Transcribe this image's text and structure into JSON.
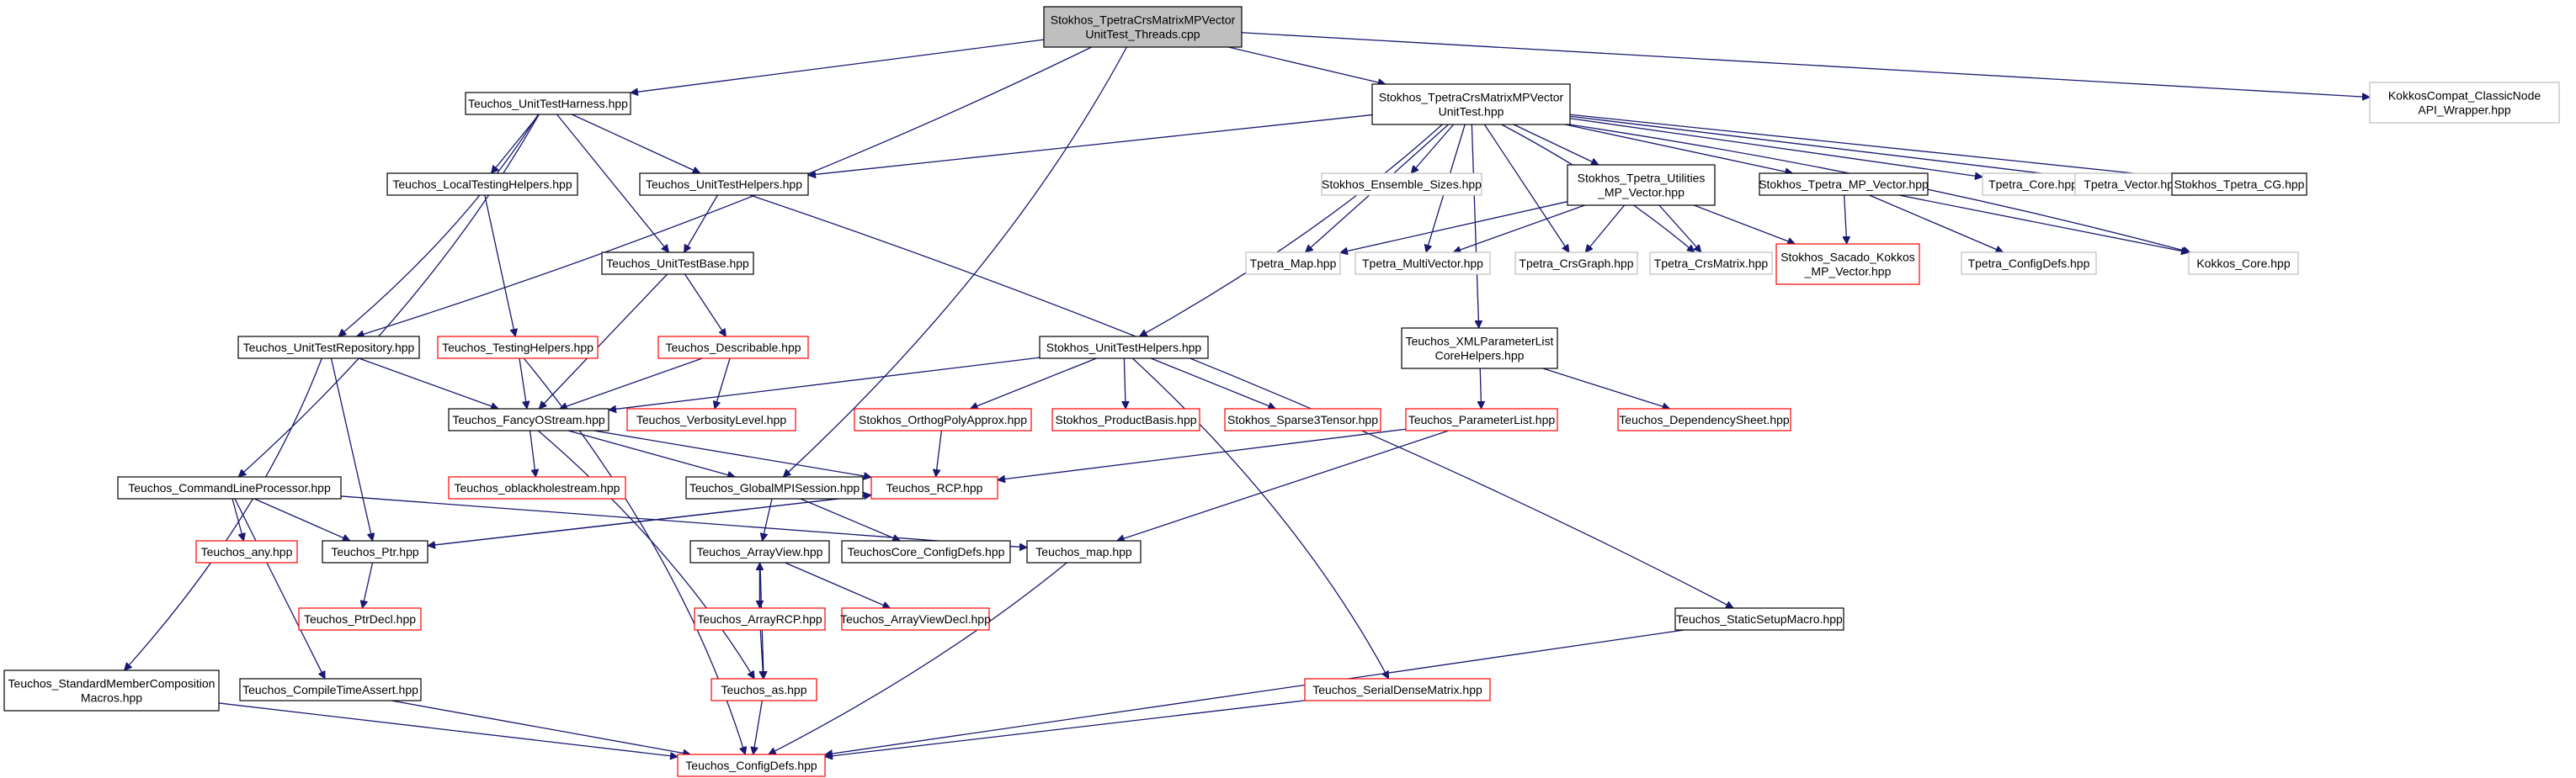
{
  "colors": {
    "edge": "#191970",
    "root_fill": "#bfbfbf",
    "black_border": "#000000",
    "red_border": "#ff0000",
    "grey_border": "#bfbfbf"
  },
  "nodes": [
    {
      "id": "root",
      "lines": [
        "Stokhos_TpetraCrsMatrixMPVector",
        "UnitTest_Threads.cpp"
      ],
      "style": "root"
    },
    {
      "id": "kokkoscompat",
      "lines": [
        "KokkosCompat_ClassicNode",
        "API_Wrapper.hpp"
      ],
      "style": "grey"
    },
    {
      "id": "unitharness",
      "lines": [
        "Teuchos_UnitTestHarness.hpp"
      ],
      "style": "black"
    },
    {
      "id": "stokhosunittest",
      "lines": [
        "Stokhos_TpetraCrsMatrixMPVector",
        "UnitTest.hpp"
      ],
      "style": "black"
    },
    {
      "id": "localtesting",
      "lines": [
        "Teuchos_LocalTestingHelpers.hpp"
      ],
      "style": "black"
    },
    {
      "id": "unithelpers",
      "lines": [
        "Teuchos_UnitTestHelpers.hpp"
      ],
      "style": "black"
    },
    {
      "id": "ensemblesizes",
      "lines": [
        "Stokhos_Ensemble_Sizes.hpp"
      ],
      "style": "grey"
    },
    {
      "id": "tpetrautil",
      "lines": [
        "Stokhos_Tpetra_Utilities",
        "_MP_Vector.hpp"
      ],
      "style": "black"
    },
    {
      "id": "tpetramp",
      "lines": [
        "Stokhos_Tpetra_MP_Vector.hpp"
      ],
      "style": "black"
    },
    {
      "id": "tpetracore",
      "lines": [
        "Tpetra_Core.hpp"
      ],
      "style": "grey"
    },
    {
      "id": "tpetravector",
      "lines": [
        "Tpetra_Vector.hpp"
      ],
      "style": "grey"
    },
    {
      "id": "tpetracg",
      "lines": [
        "Stokhos_Tpetra_CG.hpp"
      ],
      "style": "black"
    },
    {
      "id": "unittestbase",
      "lines": [
        "Teuchos_UnitTestBase.hpp"
      ],
      "style": "black"
    },
    {
      "id": "tpetramap",
      "lines": [
        "Tpetra_Map.hpp"
      ],
      "style": "grey"
    },
    {
      "id": "tpetramv",
      "lines": [
        "Tpetra_MultiVector.hpp"
      ],
      "style": "grey"
    },
    {
      "id": "tpetracrsgraph",
      "lines": [
        "Tpetra_CrsGraph.hpp"
      ],
      "style": "grey"
    },
    {
      "id": "tpetracrsmatrix",
      "lines": [
        "Tpetra_CrsMatrix.hpp"
      ],
      "style": "grey"
    },
    {
      "id": "sacado",
      "lines": [
        "Stokhos_Sacado_Kokkos",
        "_MP_Vector.hpp"
      ],
      "style": "red"
    },
    {
      "id": "tpetraconfig",
      "lines": [
        "Tpetra_ConfigDefs.hpp"
      ],
      "style": "grey"
    },
    {
      "id": "kokkoscore",
      "lines": [
        "Kokkos_Core.hpp"
      ],
      "style": "grey"
    },
    {
      "id": "unitrepo",
      "lines": [
        "Teuchos_UnitTestRepository.hpp"
      ],
      "style": "black"
    },
    {
      "id": "testinghelpers",
      "lines": [
        "Teuchos_TestingHelpers.hpp"
      ],
      "style": "red"
    },
    {
      "id": "describable",
      "lines": [
        "Teuchos_Describable.hpp"
      ],
      "style": "red"
    },
    {
      "id": "stokhosunithelpers",
      "lines": [
        "Stokhos_UnitTestHelpers.hpp"
      ],
      "style": "black"
    },
    {
      "id": "xmlparam",
      "lines": [
        "Teuchos_XMLParameterList",
        "CoreHelpers.hpp"
      ],
      "style": "black"
    },
    {
      "id": "fancyostream",
      "lines": [
        "Teuchos_FancyOStream.hpp"
      ],
      "style": "black"
    },
    {
      "id": "verbosity",
      "lines": [
        "Teuchos_VerbosityLevel.hpp"
      ],
      "style": "red"
    },
    {
      "id": "orthopoly",
      "lines": [
        "Stokhos_OrthogPolyApprox.hpp"
      ],
      "style": "red"
    },
    {
      "id": "productbasis",
      "lines": [
        "Stokhos_ProductBasis.hpp"
      ],
      "style": "red"
    },
    {
      "id": "sparse3",
      "lines": [
        "Stokhos_Sparse3Tensor.hpp"
      ],
      "style": "red"
    },
    {
      "id": "paramlist",
      "lines": [
        "Teuchos_ParameterList.hpp"
      ],
      "style": "red"
    },
    {
      "id": "depsheet",
      "lines": [
        "Teuchos_DependencySheet.hpp"
      ],
      "style": "red"
    },
    {
      "id": "cmdline",
      "lines": [
        "Teuchos_CommandLineProcessor.hpp"
      ],
      "style": "black"
    },
    {
      "id": "oblackhole",
      "lines": [
        "Teuchos_oblackholestream.hpp"
      ],
      "style": "red"
    },
    {
      "id": "globalmpi",
      "lines": [
        "Teuchos_GlobalMPISession.hpp"
      ],
      "style": "black"
    },
    {
      "id": "rcp",
      "lines": [
        "Teuchos_RCP.hpp"
      ],
      "style": "red"
    },
    {
      "id": "any",
      "lines": [
        "Teuchos_any.hpp"
      ],
      "style": "red"
    },
    {
      "id": "ptr",
      "lines": [
        "Teuchos_Ptr.hpp"
      ],
      "style": "black"
    },
    {
      "id": "coreconfig",
      "lines": [
        "TeuchosCore_ConfigDefs.hpp"
      ],
      "style": "black"
    },
    {
      "id": "map",
      "lines": [
        "Teuchos_map.hpp"
      ],
      "style": "black"
    },
    {
      "id": "arrayview",
      "lines": [
        "Teuchos_ArrayView.hpp"
      ],
      "style": "black"
    },
    {
      "id": "ptrdecl",
      "lines": [
        "Teuchos_PtrDecl.hpp"
      ],
      "style": "red"
    },
    {
      "id": "arrayrcp",
      "lines": [
        "Teuchos_ArrayRCP.hpp"
      ],
      "style": "red"
    },
    {
      "id": "arrayviewdecl",
      "lines": [
        "Teuchos_ArrayViewDecl.hpp"
      ],
      "style": "red"
    },
    {
      "id": "staticsetup",
      "lines": [
        "Teuchos_StaticSetupMacro.hpp"
      ],
      "style": "black"
    },
    {
      "id": "stdmember",
      "lines": [
        "Teuchos_StandardMemberComposition",
        "Macros.hpp"
      ],
      "style": "black"
    },
    {
      "id": "compiletime",
      "lines": [
        "Teuchos_CompileTimeAssert.hpp"
      ],
      "style": "black"
    },
    {
      "id": "as",
      "lines": [
        "Teuchos_as.hpp"
      ],
      "style": "red"
    },
    {
      "id": "serialdense",
      "lines": [
        "Teuchos_SerialDenseMatrix.hpp"
      ],
      "style": "red"
    },
    {
      "id": "configdefs",
      "lines": [
        "Teuchos_ConfigDefs.hpp"
      ],
      "style": "red"
    }
  ],
  "edges": [
    [
      "root",
      "kokkoscompat"
    ],
    [
      "root",
      "unitharness"
    ],
    [
      "root",
      "stokhosunittest"
    ],
    [
      "root",
      "unitrepo"
    ],
    [
      "root",
      "globalmpi"
    ],
    [
      "unitharness",
      "localtesting"
    ],
    [
      "unitharness",
      "unithelpers"
    ],
    [
      "unitharness",
      "unittestbase"
    ],
    [
      "unitharness",
      "unitrepo"
    ],
    [
      "unitharness",
      "cmdline"
    ],
    [
      "stokhosunittest",
      "unithelpers"
    ],
    [
      "stokhosunittest",
      "ensemblesizes"
    ],
    [
      "stokhosunittest",
      "tpetrautil"
    ],
    [
      "stokhosunittest",
      "tpetramp"
    ],
    [
      "stokhosunittest",
      "tpetracore"
    ],
    [
      "stokhosunittest",
      "tpetravector"
    ],
    [
      "stokhosunittest",
      "tpetracg"
    ],
    [
      "stokhosunittest",
      "tpetramap"
    ],
    [
      "stokhosunittest",
      "tpetramv"
    ],
    [
      "stokhosunittest",
      "tpetracrsgraph"
    ],
    [
      "stokhosunittest",
      "tpetracrsmatrix"
    ],
    [
      "stokhosunittest",
      "kokkoscore"
    ],
    [
      "stokhosunittest",
      "stokhosunithelpers"
    ],
    [
      "stokhosunittest",
      "xmlparam"
    ],
    [
      "tpetrautil",
      "tpetramap"
    ],
    [
      "tpetrautil",
      "tpetramv"
    ],
    [
      "tpetrautil",
      "tpetracrsgraph"
    ],
    [
      "tpetrautil",
      "tpetracrsmatrix"
    ],
    [
      "tpetrautil",
      "sacado"
    ],
    [
      "tpetramp",
      "sacado"
    ],
    [
      "tpetramp",
      "tpetraconfig"
    ],
    [
      "tpetramp",
      "kokkoscore"
    ],
    [
      "localtesting",
      "testinghelpers"
    ],
    [
      "unithelpers",
      "unittestbase"
    ],
    [
      "unithelpers",
      "staticsetup"
    ],
    [
      "unittestbase",
      "describable"
    ],
    [
      "unittestbase",
      "fancyostream"
    ],
    [
      "unitrepo",
      "fancyostream"
    ],
    [
      "unitrepo",
      "ptr"
    ],
    [
      "unitrepo",
      "stdmember"
    ],
    [
      "testinghelpers",
      "fancyostream"
    ],
    [
      "testinghelpers",
      "configdefs"
    ],
    [
      "describable",
      "fancyostream"
    ],
    [
      "describable",
      "verbosity"
    ],
    [
      "stokhosunithelpers",
      "fancyostream"
    ],
    [
      "stokhosunithelpers",
      "orthopoly"
    ],
    [
      "stokhosunithelpers",
      "productbasis"
    ],
    [
      "stokhosunithelpers",
      "sparse3"
    ],
    [
      "stokhosunithelpers",
      "serialdense"
    ],
    [
      "xmlparam",
      "paramlist"
    ],
    [
      "xmlparam",
      "depsheet"
    ],
    [
      "fancyostream",
      "oblackhole"
    ],
    [
      "fancyostream",
      "globalmpi"
    ],
    [
      "fancyostream",
      "rcp"
    ],
    [
      "fancyostream",
      "as"
    ],
    [
      "orthopoly",
      "rcp"
    ],
    [
      "paramlist",
      "rcp"
    ],
    [
      "paramlist",
      "map"
    ],
    [
      "cmdline",
      "any"
    ],
    [
      "cmdline",
      "ptr"
    ],
    [
      "cmdline",
      "map"
    ],
    [
      "cmdline",
      "compiletime"
    ],
    [
      "globalmpi",
      "arrayview"
    ],
    [
      "globalmpi",
      "coreconfig"
    ],
    [
      "rcp",
      "ptr"
    ],
    [
      "ptr",
      "rcp"
    ],
    [
      "ptr",
      "ptrdecl"
    ],
    [
      "arrayview",
      "arrayrcp"
    ],
    [
      "arrayrcp",
      "arrayview"
    ],
    [
      "arrayview",
      "arrayviewdecl"
    ],
    [
      "arrayview",
      "as"
    ],
    [
      "arrayrcp",
      "as"
    ],
    [
      "as",
      "configdefs"
    ],
    [
      "map",
      "configdefs"
    ],
    [
      "staticsetup",
      "configdefs"
    ],
    [
      "serialdense",
      "configdefs"
    ],
    [
      "compiletime",
      "configdefs"
    ],
    [
      "stdmember",
      "configdefs"
    ]
  ]
}
